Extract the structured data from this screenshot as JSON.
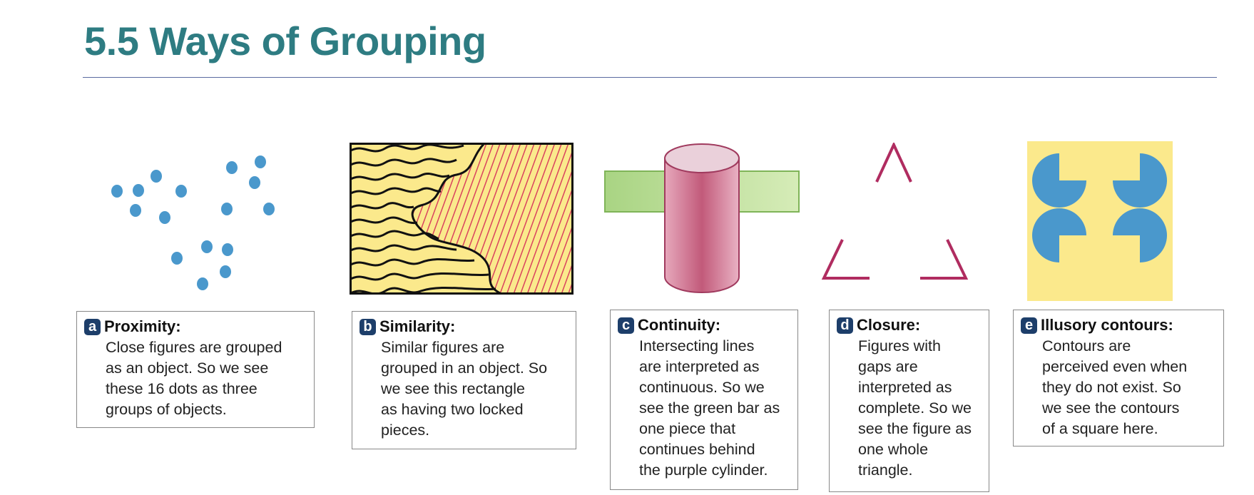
{
  "slide": {
    "title": "5.5 Ways of Grouping"
  },
  "panels": [
    {
      "letter": "a",
      "title": "Proximity:",
      "body": "Close figures are grouped\nas an object. So we see\nthese 16 dots as three\ngroups of objects."
    },
    {
      "letter": "b",
      "title": "Similarity:",
      "body": "Similar figures are\ngrouped in an object. So\nwe see this rectangle\nas having two locked\npieces."
    },
    {
      "letter": "c",
      "title": "Continuity:",
      "body": "Intersecting lines\nare interpreted as\ncontinuous. So we\nsee the green bar as\none piece that\ncontinues behind\nthe purple cylinder."
    },
    {
      "letter": "d",
      "title": "Closure:",
      "body": "Figures with\ngaps are\ninterpreted as\ncomplete. So we\nsee the figure as\none whole\ntriangle."
    },
    {
      "letter": "e",
      "title": "Illusory contours:",
      "body": "Contours are\nperceived even when\nthey do not exist. So\nwe see the contours\nof a square here."
    }
  ],
  "colors": {
    "title": "#2e7c82",
    "dots": "#4a98cc",
    "stripes": "#d9435e",
    "yellow": "#fbe98c",
    "cylinder": "#c8607e",
    "bar": "#bfe09a",
    "triangle": "#b02c60",
    "badge": "#1d3e6a"
  }
}
